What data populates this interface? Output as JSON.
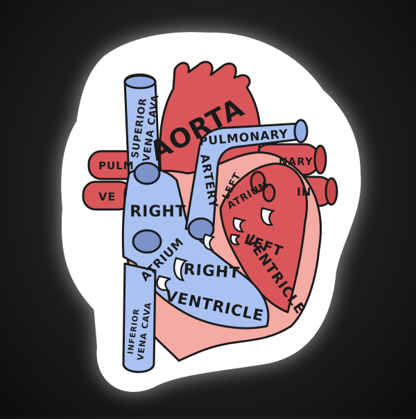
{
  "colors": {
    "background": "#1e1e1e",
    "sticker_border": "#ffffff",
    "oxygenated_red": "#d9575a",
    "deoxygenated_blue": "#a9c2f2",
    "muscle_pink": "#f5aaa4",
    "outline": "#1a1a1a"
  },
  "labels": {
    "aorta": "AORTA",
    "superior_vena_cava_1": "SUPERIOR",
    "superior_vena_cava_2": "VENA CAVA",
    "pulmonary_artery_1": "PULMONARY",
    "pulmonary_artery_2": "ARTERY",
    "pulmonary_vein_left": "PULM",
    "pulmonary_vein_right": "NARY",
    "vein_left": "VE",
    "vein_right": "IN",
    "left_atrium_1": "LEFT",
    "left_atrium_2": "ATRIUM",
    "right_atrium_1": "RIGHT",
    "right_atrium_2": "ATRIUM",
    "left_ventricle_1": "LEFT",
    "left_ventricle_2": "VENTRICLE",
    "right_ventricle_1": "RIGHT",
    "right_ventricle_2": "VENTRICLE",
    "inferior_vena_cava_1": "INFERIOR",
    "inferior_vena_cava_2": "VENA CAVA"
  }
}
